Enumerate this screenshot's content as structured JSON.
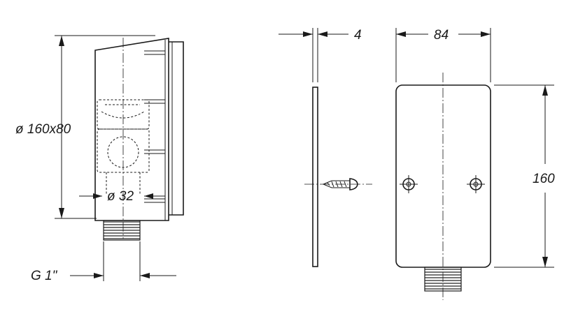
{
  "labels": {
    "diameter_box": "ø 160x80",
    "diameter_pipe": "ø 32",
    "thread": "G 1\"",
    "plate_thickness": "4",
    "width": "84",
    "height": "160"
  },
  "colors": {
    "line": "#1a1a1a",
    "background": "#ffffff"
  }
}
